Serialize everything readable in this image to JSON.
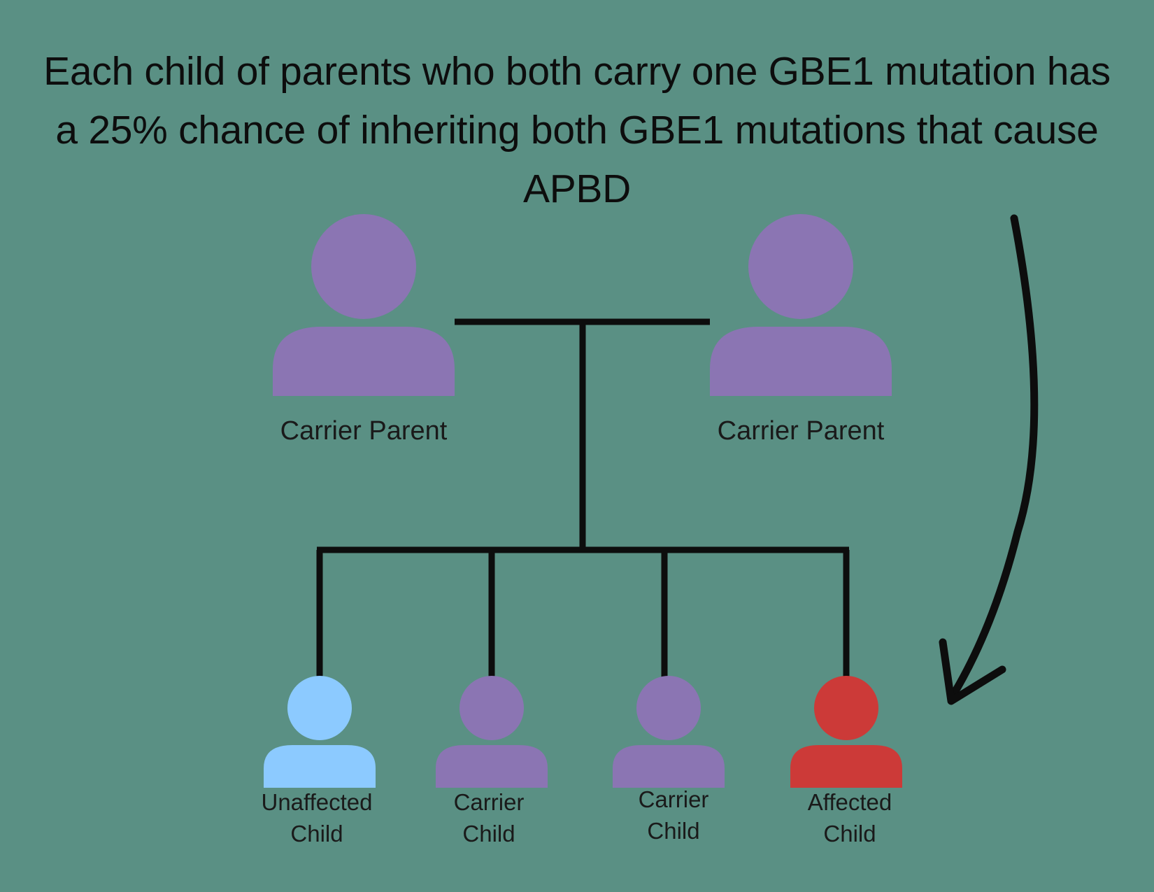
{
  "title_lines": [
    "Each child of parents who both carry one GBE1 mutation has",
    "a 25% chance of inheriting both GBE1 mutations that cause",
    "APBD"
  ],
  "parents": [
    {
      "label": "Carrier Parent",
      "color": "#8b75b3"
    },
    {
      "label": "Carrier Parent",
      "color": "#8b75b3"
    }
  ],
  "children": [
    {
      "line1": "Unaffected",
      "line2": "Child",
      "color": "#8ccaff"
    },
    {
      "line1": "Carrier",
      "line2": "Child",
      "color": "#8b75b3"
    },
    {
      "line1": "Carrier",
      "line2": "Child",
      "color": "#8b75b3"
    },
    {
      "line1": "Affected",
      "line2": "Child",
      "color": "#cc3a38"
    }
  ],
  "colors": {
    "background": "#5a9084",
    "lines": "#0d0d0d"
  },
  "icons": {
    "person": "person-icon",
    "arrow": "curved-arrow-icon"
  }
}
